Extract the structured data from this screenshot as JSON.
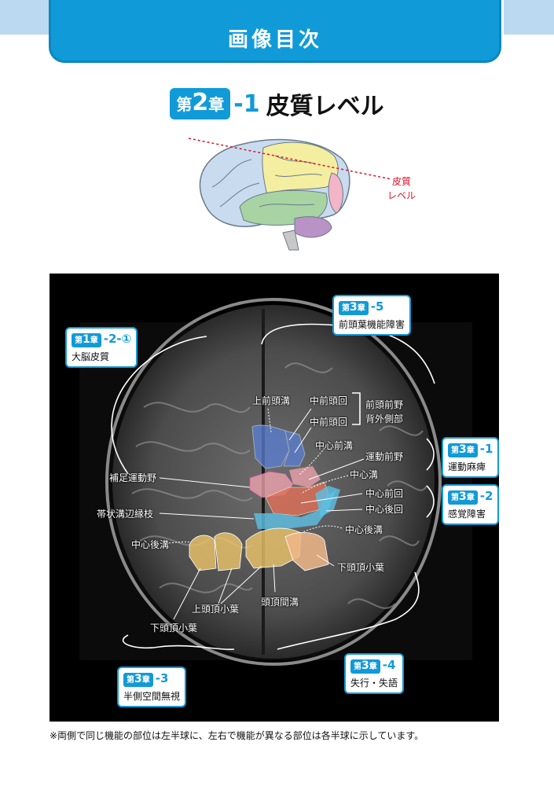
{
  "header": {
    "title": "画像目次"
  },
  "chapter": {
    "prefix": "第",
    "number": "2",
    "suffix": "章",
    "sub": "-1",
    "name": "皮質レベル"
  },
  "level_label": {
    "line1": "皮質",
    "line2": "レベル"
  },
  "colors": {
    "accent": "#119ad8",
    "level_line": "#e0102a"
  },
  "labels": {
    "superior_frontal_sulcus": "上前頭溝",
    "middle_frontal_gyrus_1": "中前頭回",
    "middle_frontal_gyrus_2": "中前頭回",
    "dlpfc_1": "前頭前野",
    "dlpfc_2": "背外側部",
    "precentral_sulcus": "中心前溝",
    "premotor_area": "運動前野",
    "supplementary_motor_area": "補足運動野",
    "central_sulcus": "中心溝",
    "precentral_gyrus": "中心前回",
    "postcentral_gyrus": "中心後回",
    "marginal_ramus": "帯状溝辺縁枝",
    "postcentral_sulcus_right": "中心後溝",
    "postcentral_sulcus_left": "中心後溝",
    "inferior_parietal_lobule_right": "下頭頂小葉",
    "intraparietal_sulcus": "頭頂間溝",
    "superior_parietal_lobule": "上頭頂小葉",
    "inferior_parietal_lobule_left": "下頭頂小葉"
  },
  "refs": {
    "r1": {
      "prefix": "第",
      "num": "1",
      "suffix": "章",
      "sub": "-2-①",
      "text": "大脳皮質"
    },
    "r2": {
      "prefix": "第",
      "num": "3",
      "suffix": "章",
      "sub": "-5",
      "text": "前頭葉機能障害"
    },
    "r3": {
      "prefix": "第",
      "num": "3",
      "suffix": "章",
      "sub": "-1",
      "text": "運動麻痺"
    },
    "r4": {
      "prefix": "第",
      "num": "3",
      "suffix": "章",
      "sub": "-2",
      "text": "感覚障害"
    },
    "r5": {
      "prefix": "第",
      "num": "3",
      "suffix": "章",
      "sub": "-3",
      "text": "半側空間無視"
    },
    "r6": {
      "prefix": "第",
      "num": "3",
      "suffix": "章",
      "sub": "-4",
      "text": "失行・失語"
    }
  },
  "footnote": "※両側で同じ機能の部位は左半球に、左右で機能が異なる部位は各半球に示しています。"
}
